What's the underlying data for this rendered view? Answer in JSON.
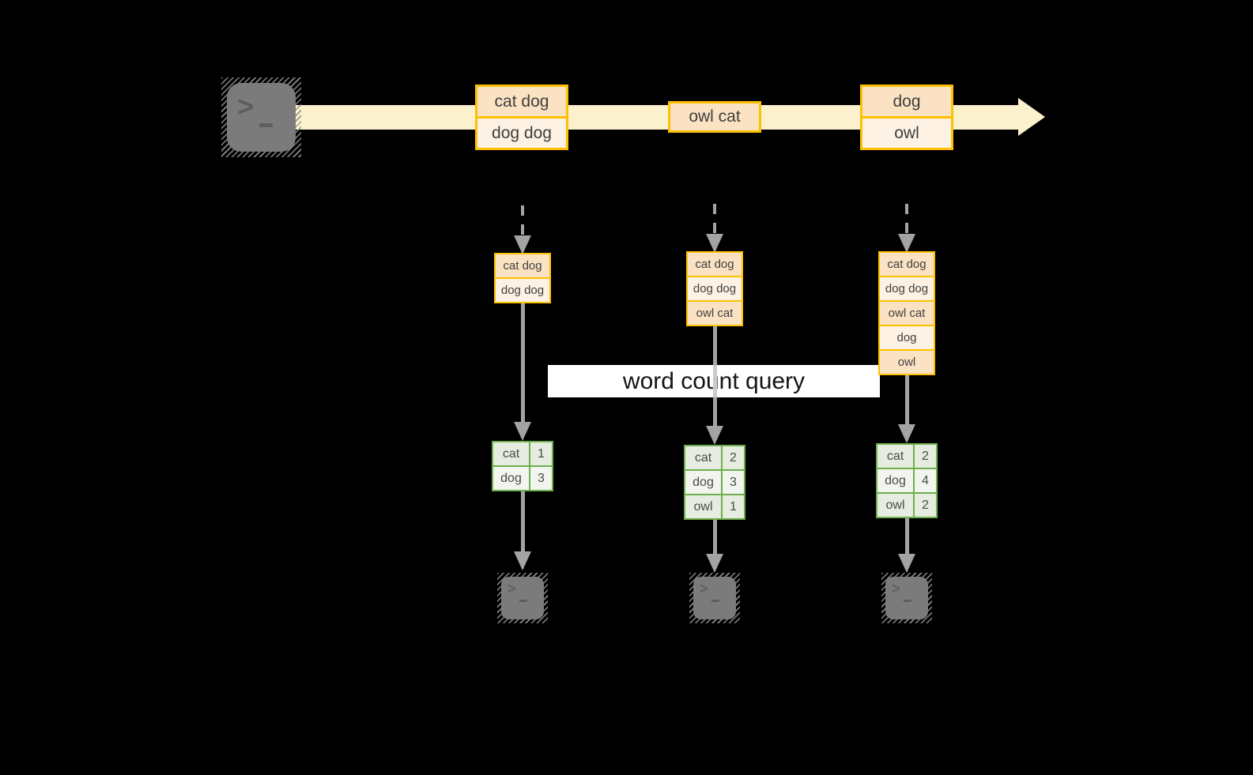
{
  "query": {
    "label": "word count query"
  },
  "icons": {
    "terminal_prompt": ">"
  },
  "stream": {
    "batches": [
      {
        "entries": [
          "cat dog",
          "dog dog"
        ]
      },
      {
        "entries": [
          "owl cat"
        ]
      },
      {
        "entries": [
          "dog",
          "owl"
        ]
      }
    ]
  },
  "columns": [
    {
      "state": [
        "cat dog",
        "dog dog"
      ],
      "counts": [
        {
          "word": "cat",
          "count": "1"
        },
        {
          "word": "dog",
          "count": "3"
        }
      ]
    },
    {
      "state": [
        "cat dog",
        "dog dog",
        "owl cat"
      ],
      "counts": [
        {
          "word": "cat",
          "count": "2"
        },
        {
          "word": "dog",
          "count": "3"
        },
        {
          "word": "owl",
          "count": "1"
        }
      ]
    },
    {
      "state": [
        "cat dog",
        "dog dog",
        "owl cat",
        "dog",
        "owl"
      ],
      "counts": [
        {
          "word": "cat",
          "count": "2"
        },
        {
          "word": "dog",
          "count": "4"
        },
        {
          "word": "owl",
          "count": "2"
        }
      ]
    }
  ],
  "colors": {
    "background": "#000000",
    "stream_band": "#fcf1cd",
    "orange_border": "#ffc000",
    "peach_dark": "#fae2c3",
    "peach_light": "#fdf2e3",
    "green_border": "#6fae4e",
    "green_row_dark": "#e6ecdf",
    "green_row_light": "#f2f5ee",
    "arrow_gray": "#a3a3a3",
    "terminal_gray": "#7b7b7b",
    "query_band_bg": "#ffffff",
    "text": "#3f3f3f"
  }
}
